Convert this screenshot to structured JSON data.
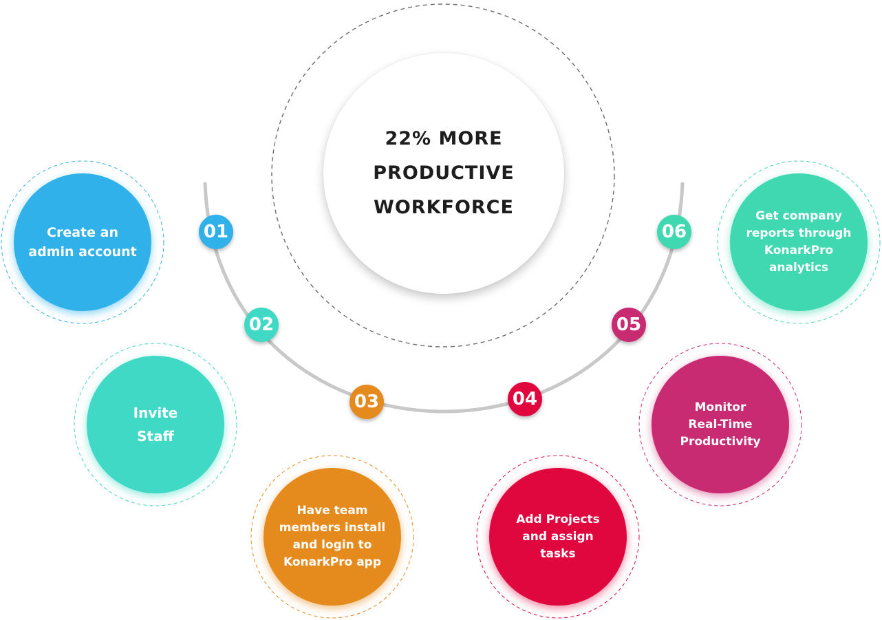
{
  "center": {
    "lines": [
      "22% MORE",
      "PRODUCTIVE",
      "WORKFORCE"
    ]
  },
  "colors": {
    "s1": "#30b1ea",
    "s2": "#3fd9c5",
    "s3": "#e58b1e",
    "s4": "#e0073f",
    "s5": "#c82b72",
    "s6": "#3fd8b1",
    "arc": "#c8c8c8",
    "dash": "#6d6d6d"
  },
  "steps": [
    {
      "num": "01",
      "lines": [
        "Create an",
        "admin account"
      ]
    },
    {
      "num": "02",
      "lines": [
        "Invite",
        "Staff"
      ]
    },
    {
      "num": "03",
      "lines": [
        "Have team",
        "members install",
        "and login to",
        "KonarkPro app"
      ]
    },
    {
      "num": "04",
      "lines": [
        "Add Projects",
        "and assign",
        "tasks"
      ]
    },
    {
      "num": "05",
      "lines": [
        "Monitor",
        "Real-Time",
        "Productivity"
      ]
    },
    {
      "num": "06",
      "lines": [
        "Get company",
        "reports through",
        "KonarkPro",
        "analytics"
      ]
    }
  ]
}
